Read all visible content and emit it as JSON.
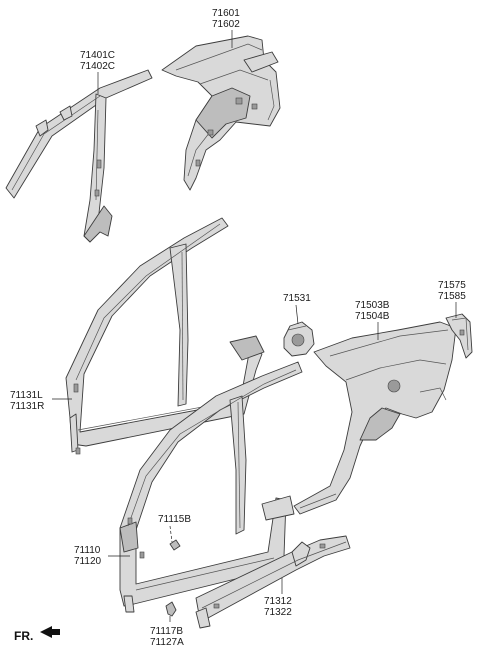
{
  "labels": {
    "p71601": "71601",
    "p71602": "71602",
    "p71401c": "71401C",
    "p71402c": "71402C",
    "p71531": "71531",
    "p71503b": "71503B",
    "p71504b": "71504B",
    "p71575": "71575",
    "p71585": "71585",
    "p71131l": "71131L",
    "p71131r": "71131R",
    "p71115b": "71115B",
    "p71110": "71110",
    "p71120": "71120",
    "p71117b": "71117B",
    "p71127a": "71127A",
    "p71312": "71312",
    "p71322": "71322"
  },
  "direction": {
    "text": "FR.",
    "icon": "arrow-front-icon"
  }
}
